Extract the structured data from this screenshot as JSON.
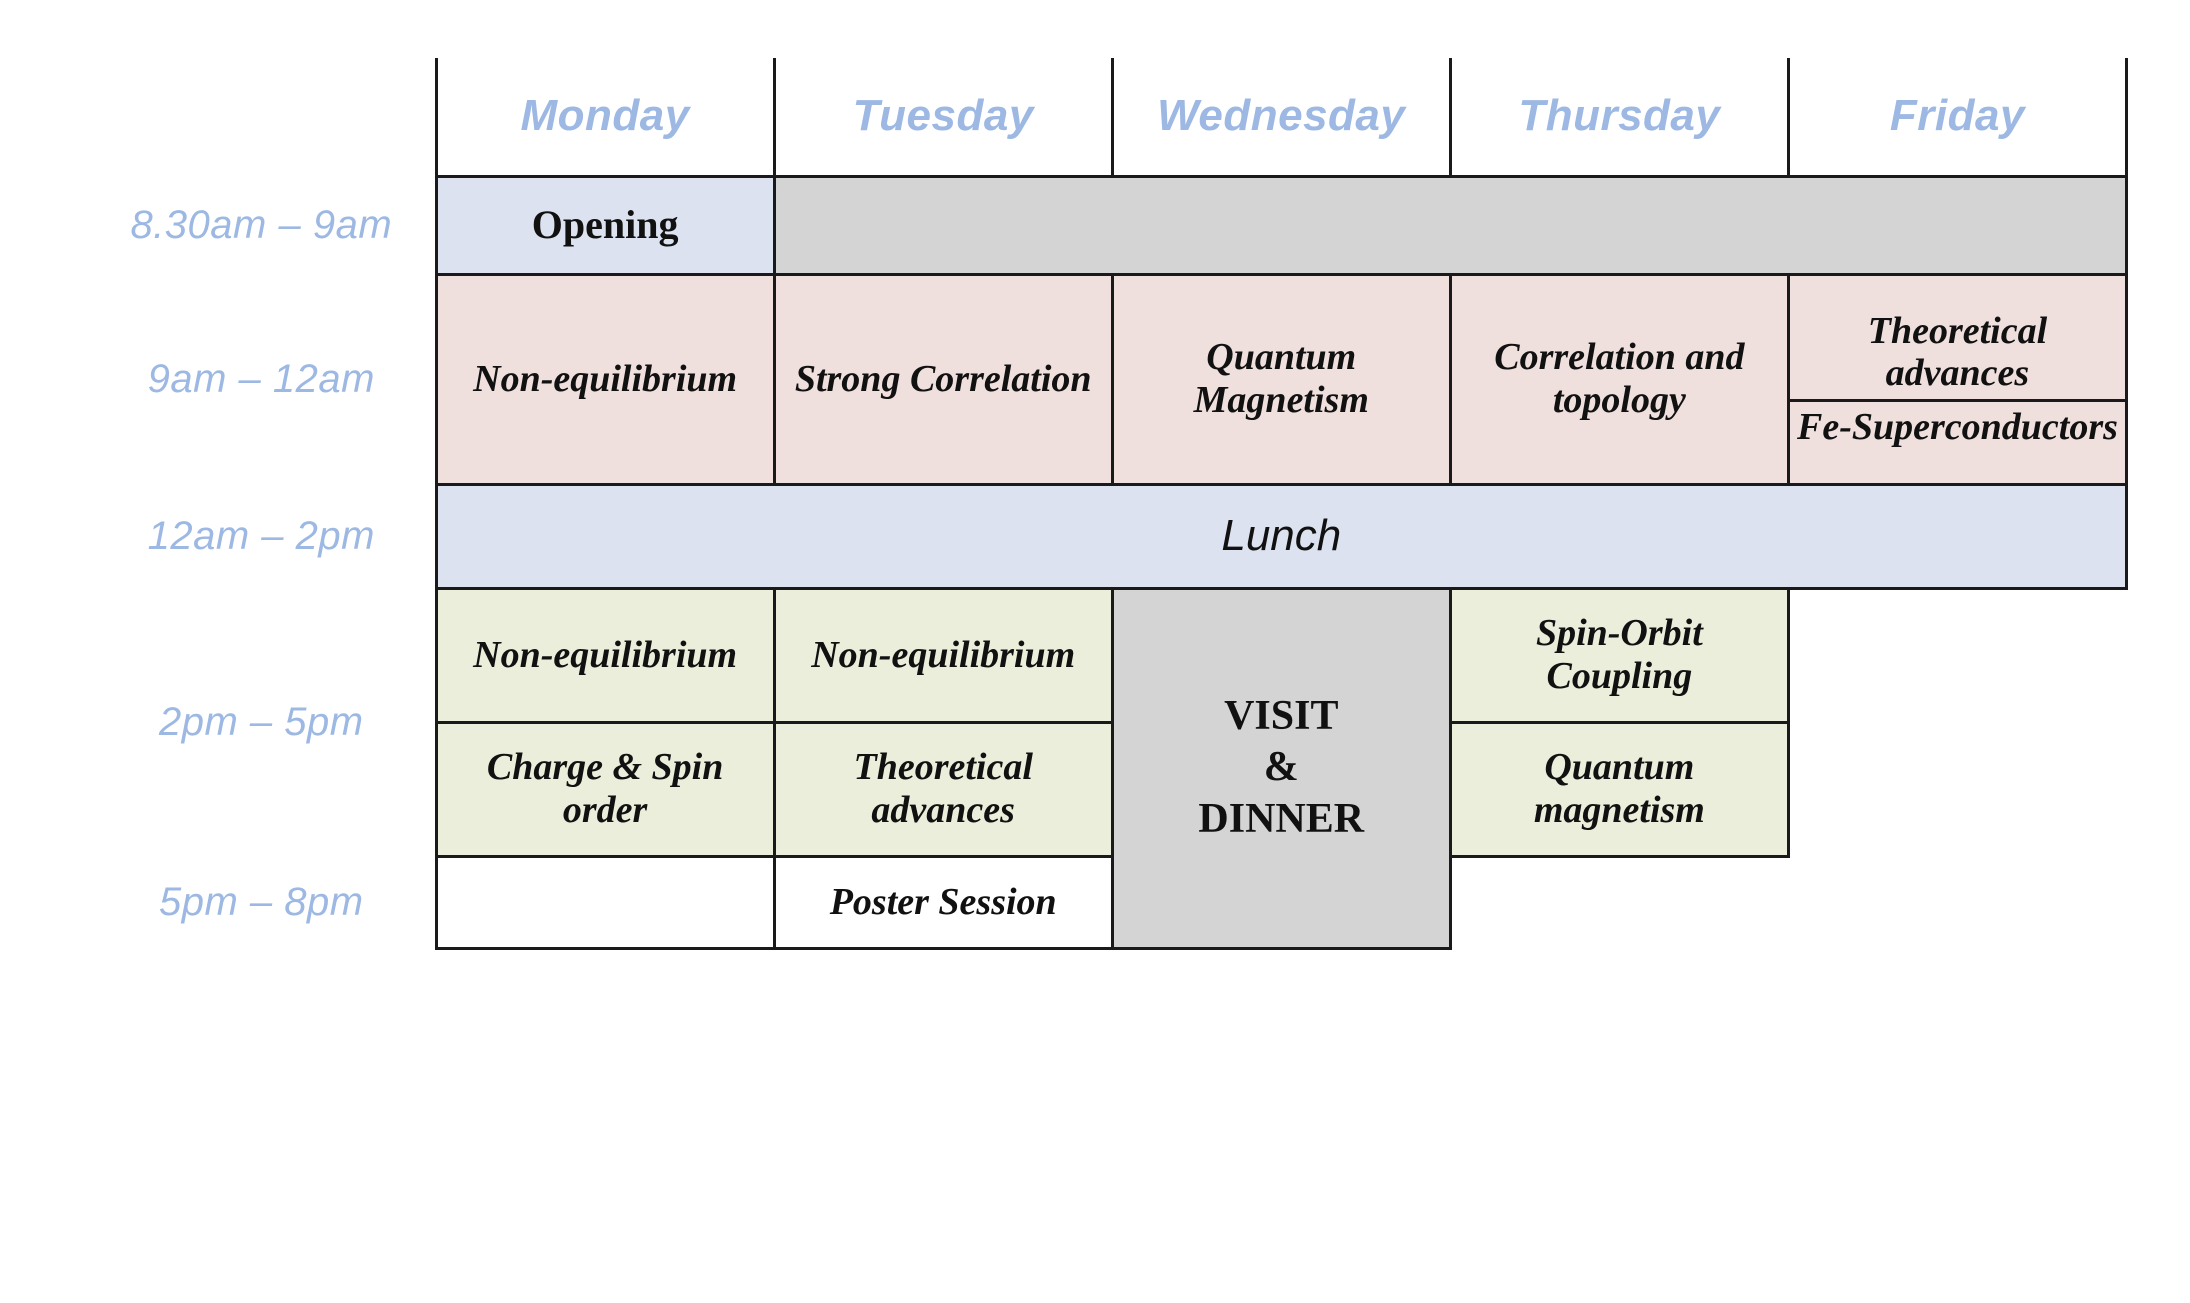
{
  "colors": {
    "day_header_text": "#9CB8E3",
    "time_label_text": "#9CB8E3",
    "plenary_blue": "#DCE2EF",
    "morning_pink": "#EFDFDD",
    "afternoon_green": "#EAEEDA",
    "blocked_gray": "#D4D4D4",
    "grid_line": "#1a1a1a",
    "body_text": "#111111"
  },
  "header": {
    "corner": "",
    "days": [
      "Monday",
      "Tuesday",
      "Wednesday",
      "Thursday",
      "Friday"
    ]
  },
  "times": {
    "opening": "8.30am – 9am",
    "morning": "9am – 12am",
    "lunch": "12am – 2pm",
    "afternoon": "2pm – 5pm",
    "evening": "5pm – 8pm"
  },
  "rows": {
    "opening": {
      "monday": "Opening",
      "blocked": ""
    },
    "morning": {
      "monday": "Non-equilibrium",
      "tuesday": "Strong Correlation",
      "wednesday": "Quantum Magnetism",
      "thursday": "Correlation and topology",
      "friday_top": "Theoretical advances",
      "friday_bottom": "Fe-Superconductors"
    },
    "lunch": {
      "label": "Lunch"
    },
    "afternoon": {
      "monday_top": "Non-equilibrium",
      "monday_bottom": "Charge & Spin order",
      "tuesday_top": "Non-equilibrium",
      "tuesday_bottom": "Theoretical advances",
      "wednesday": "VISIT\n&\nDINNER",
      "wednesday_line1": "VISIT",
      "wednesday_line2": "&",
      "wednesday_line3": "DINNER",
      "thursday_top": "Spin-Orbit Coupling",
      "thursday_bottom": "Quantum magnetism",
      "friday": ""
    },
    "evening": {
      "monday": "",
      "tuesday": "Poster Session",
      "thursday": "",
      "friday": ""
    }
  }
}
